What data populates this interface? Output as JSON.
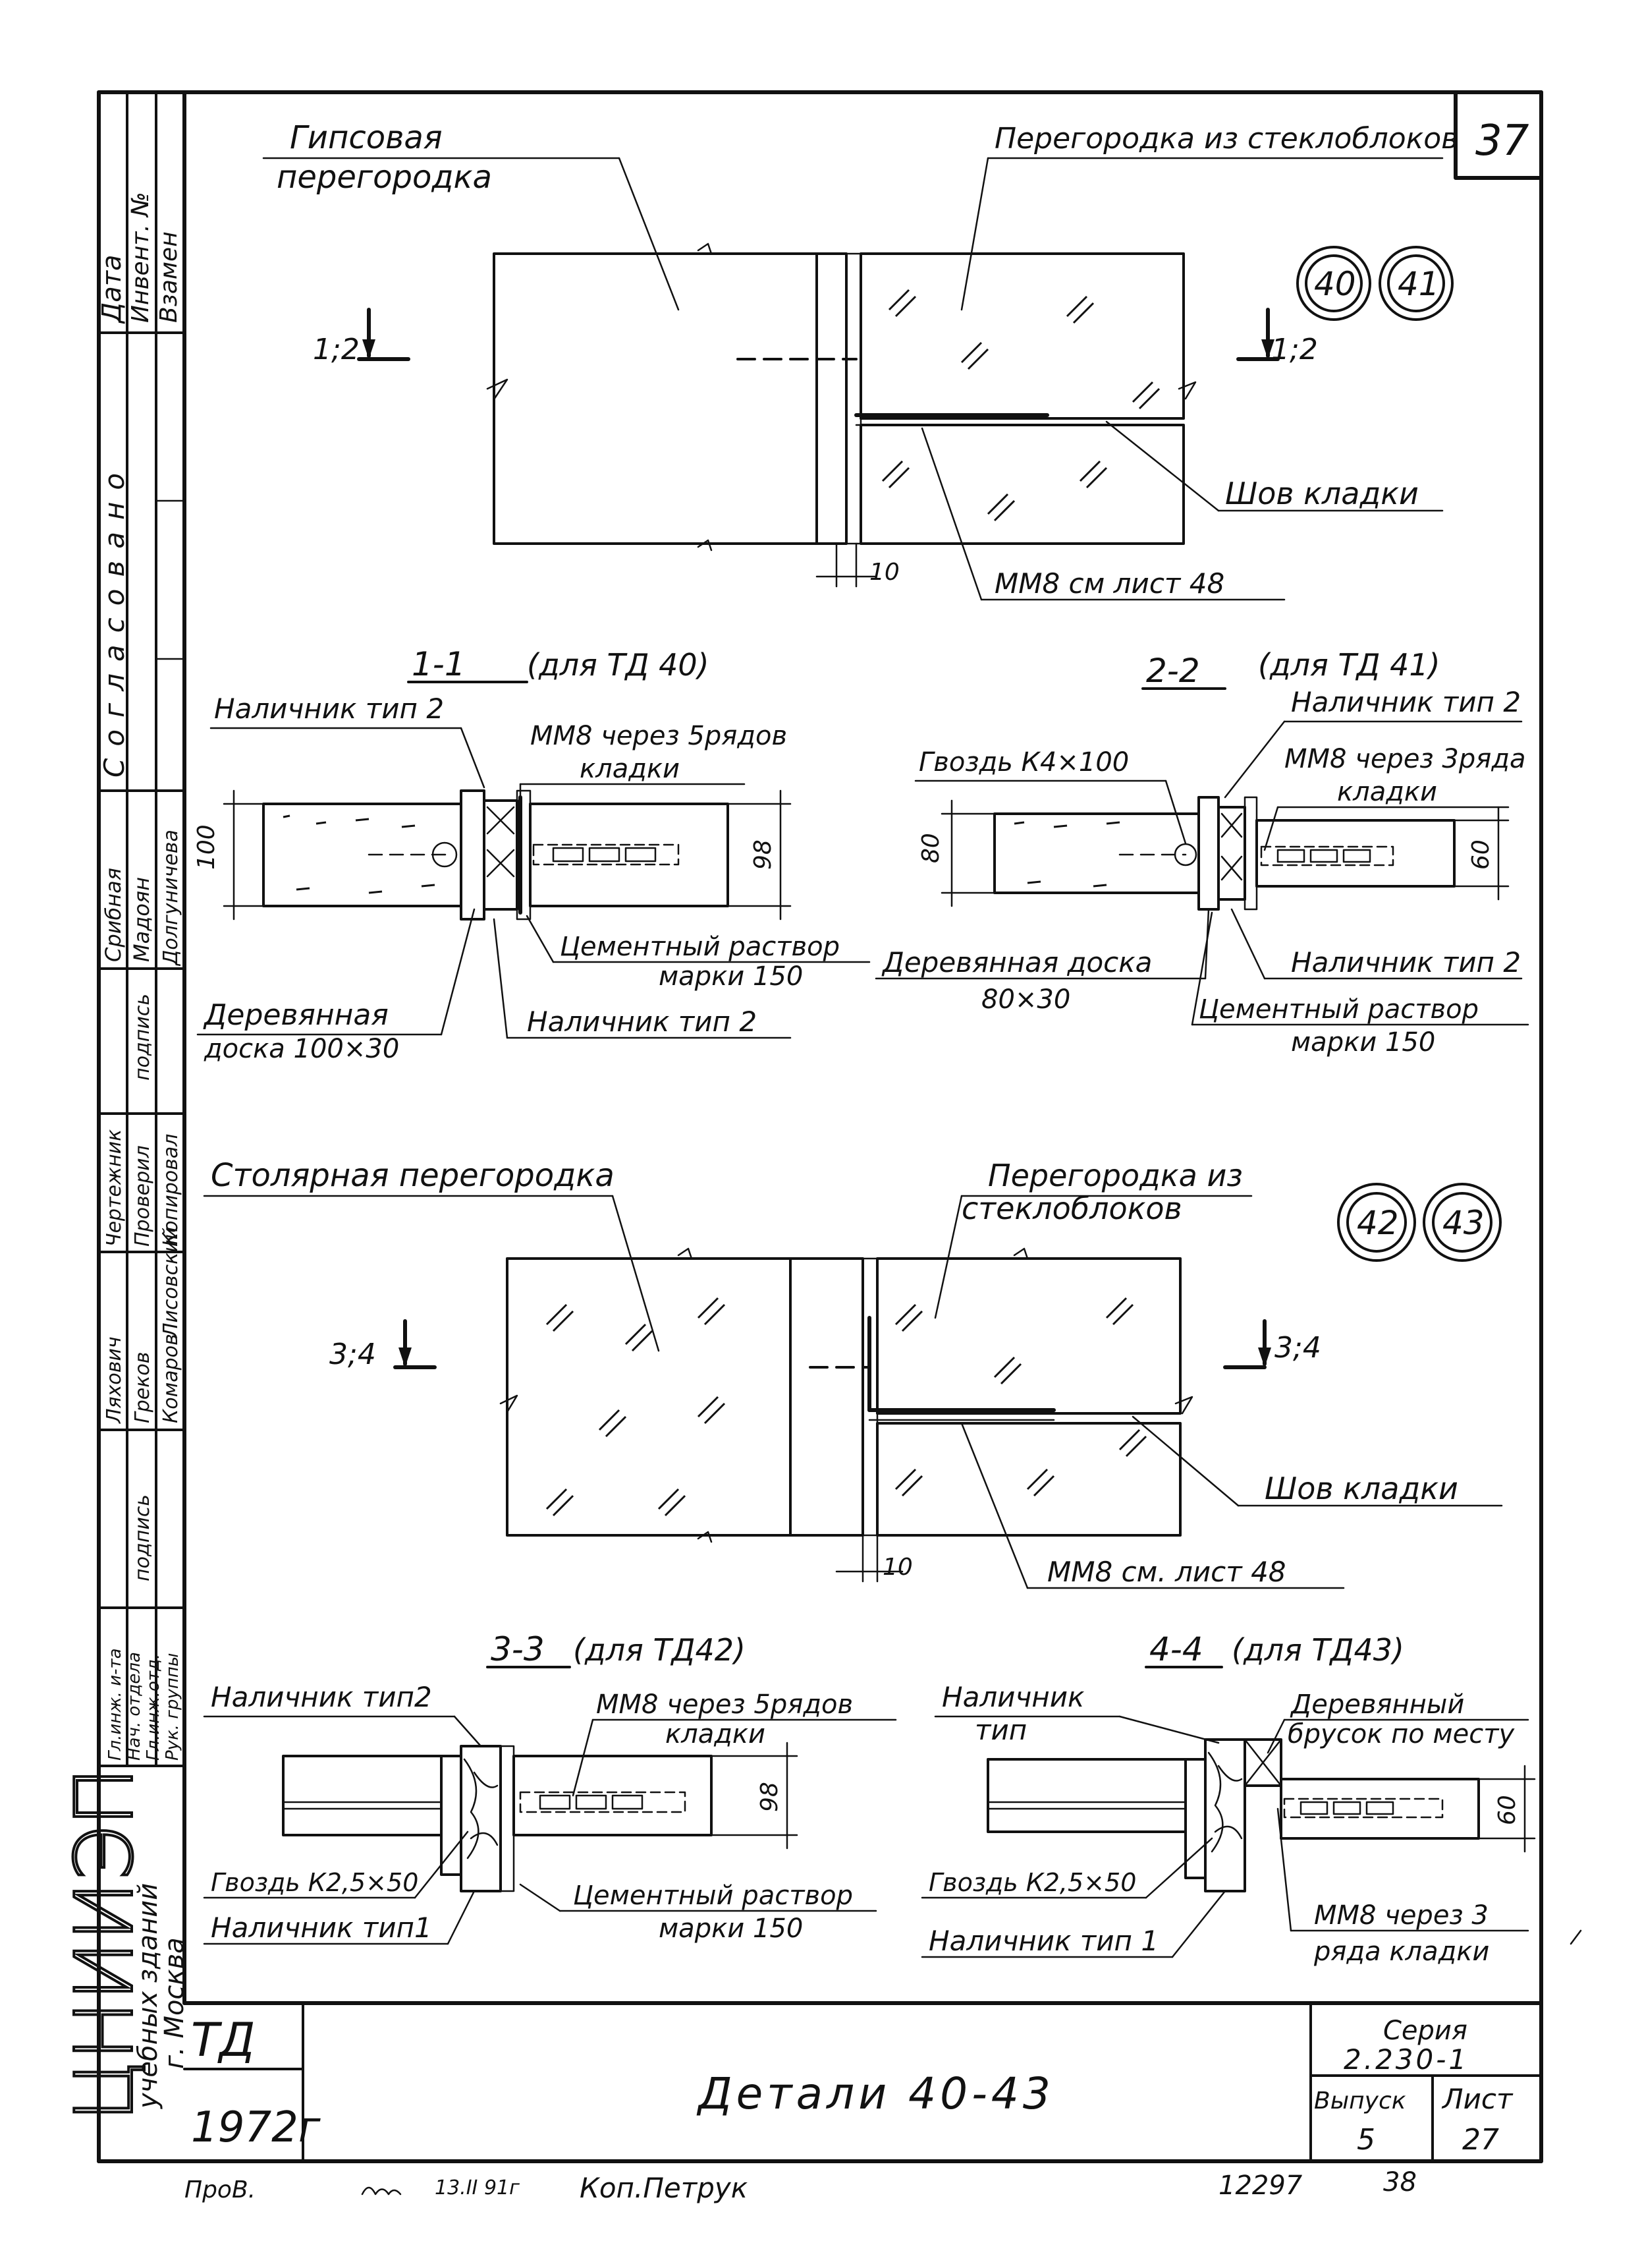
{
  "sheet_number": "37",
  "title": "Детали 40-43",
  "org": {
    "name": "ЦНИИЭП",
    "subtitle": "учебных зданий",
    "city": "г. Москва"
  },
  "td": {
    "code": "ТД",
    "year": "1972г"
  },
  "series": {
    "label": "Серия",
    "value": "2.230-1"
  },
  "issue": {
    "label": "Выпуск",
    "value": "5"
  },
  "sheet": {
    "label": "Лист",
    "value": "27"
  },
  "footer": {
    "check": "ПроВ.",
    "date": "13.II 91г",
    "copy": "Коп.Петрук",
    "order": "12297",
    "num": "38"
  },
  "side_stamp": {
    "top": [
      "Дата",
      "Инвент. №",
      "Взамен"
    ],
    "agreed": "Согласовано",
    "col1": [
      "Срибная",
      "Мадоян",
      "Долгуничева"
    ],
    "col2": [
      "Чертежник",
      "Проверил",
      "Копировал"
    ],
    "col3": [
      "Ляхович",
      "Греков",
      "Комаров",
      "Лисовский"
    ],
    "col4": [
      "Гл.инж. и-та",
      "Нач. отдела",
      "Гл.инж.отд.",
      "Рук. группы"
    ],
    "sign1": "подпись",
    "sign2": "подпись"
  },
  "view1": {
    "label_left": "Гипсовая перегородка",
    "label_left_1": "Гипсовая",
    "label_left_2": "перегородка",
    "label_right": "Перегородка из стеклоблоков",
    "badges": [
      "40",
      "41"
    ],
    "cut_left": "1;2",
    "cut_right": "1;2",
    "seam": "Шов кладки",
    "mesh": "ММ8 см лист 48",
    "dim": "10"
  },
  "sec11": {
    "title": "1-1",
    "subtitle": "(для ТД 40)",
    "nal_top": "Наличник тип 2",
    "mm8_1": "ММ8 через 5рядов",
    "mm8_2": "кладки",
    "cement_1": "Цементный раствор",
    "cement_2": "марки 150",
    "board_1": "Деревянная",
    "board_2": "доска 100×30",
    "nal_bottom": "Наличник тип 2",
    "dim_left": "100",
    "dim_right": "98"
  },
  "sec22": {
    "title": "2-2",
    "subtitle": "(для ТД 41)",
    "nal_top": "Наличник тип 2",
    "nail": "Гвоздь К4×100",
    "mm8_1": "ММ8 через 3ряда",
    "mm8_2": "кладки",
    "board_1": "Деревянная доска",
    "board_2": "80×30",
    "nal_bottom": "Наличник тип 2",
    "cement_1": "Цементный раствор",
    "cement_2": "марки 150",
    "dim_left": "80",
    "dim_right": "60"
  },
  "view2": {
    "label_left": "Столярная перегородка",
    "label_right_1": "Перегородка из",
    "label_right_2": "стеклоблоков",
    "badges": [
      "42",
      "43"
    ],
    "cut_left": "3;4",
    "cut_right": "3;4",
    "seam": "Шов кладки",
    "mesh": "ММ8 см. лист 48",
    "dim": "10"
  },
  "sec33": {
    "title": "3-3",
    "subtitle": "(для ТД42)",
    "nal_top": "Наличник тип2",
    "mm8_1": "ММ8 через 5рядов",
    "mm8_2": "кладки",
    "nail": "Гвоздь К2,5×50",
    "nal_bottom": "Наличник тип1",
    "cement_1": "Цементный раствор",
    "cement_2": "марки 150",
    "dim_right": "98"
  },
  "sec44": {
    "title": "4-4",
    "subtitle": "(для ТД43)",
    "nal_top_1": "Наличник",
    "nal_top_2": "тип",
    "bar_1": "Деревянный",
    "bar_2": "брусок по месту",
    "nail": "Гвоздь К2,5×50",
    "nal_bottom": "Наличник тип 1",
    "mm8_1": "ММ8 через 3",
    "mm8_2": "ряда кладки",
    "dim_right": "60"
  }
}
